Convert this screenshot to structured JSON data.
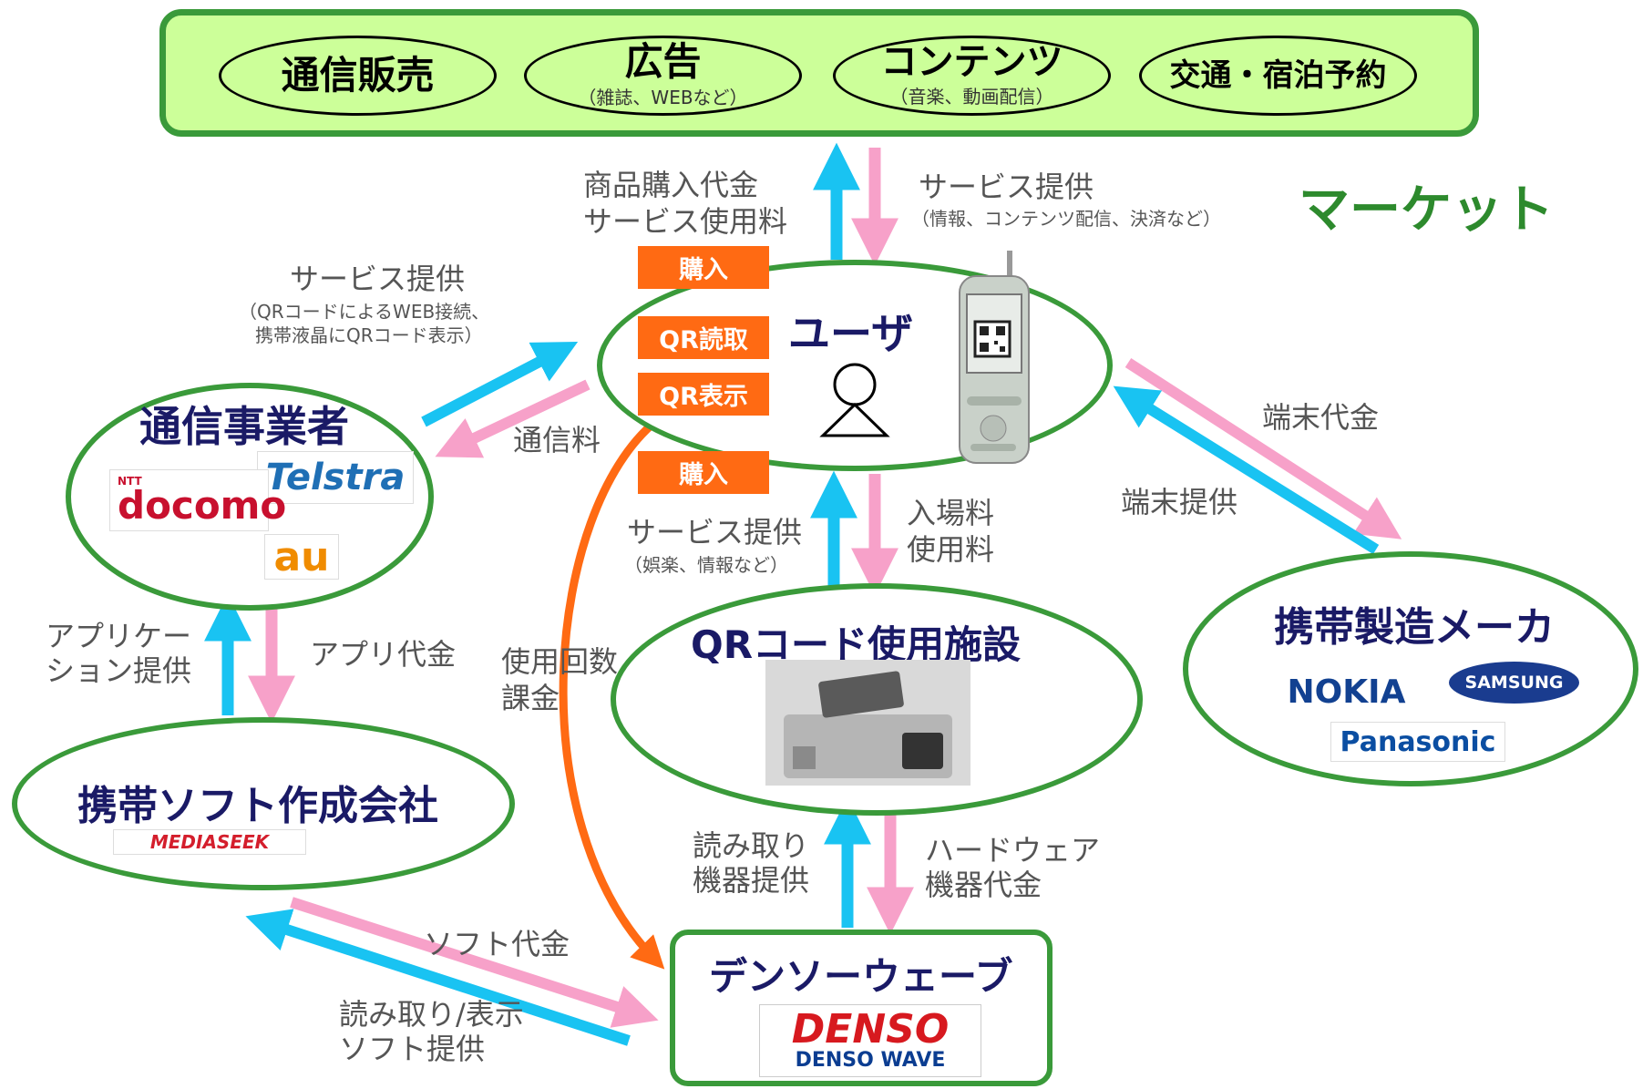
{
  "market": {
    "label": "マーケット",
    "items": [
      {
        "title": "通信販売",
        "sub": ""
      },
      {
        "title": "広告",
        "sub": "（雑誌、WEBなど）"
      },
      {
        "title": "コンテンツ",
        "sub": "（音楽、動画配信）"
      },
      {
        "title": "交通・宿泊予約",
        "sub": ""
      }
    ]
  },
  "nodes": {
    "user": "ユーザ",
    "carrier": "通信事業者",
    "soft_company": "携帯ソフト作成会社",
    "facility": "QRコード使用施設",
    "maker": "携帯製造メーカ",
    "denso": "デンソーウェーブ"
  },
  "badges": {
    "purchase_top": "購入",
    "qr_read": "QR読取",
    "qr_show": "QR表示",
    "purchase_bottom": "購入"
  },
  "flows": {
    "market_pay_1": "商品購入代金",
    "market_pay_2": "サービス使用料",
    "market_service": "サービス提供",
    "market_service_sub": "（情報、コンテンツ配信、決済など）",
    "carrier_service": "サービス提供",
    "carrier_service_sub_1": "（QRコードによるWEB接続、",
    "carrier_service_sub_2": "携帯液晶にQRコード表示）",
    "comm_fee": "通信料",
    "terminal_price": "端末代金",
    "terminal_provide": "端末提供",
    "facility_service": "サービス提供",
    "facility_service_sub": "（娯楽、情報など）",
    "entry_fee_1": "入場料",
    "entry_fee_2": "使用料",
    "app_provide_1": "アプリケー",
    "app_provide_2": "ション提供",
    "app_price": "アプリ代金",
    "usage_billing_1": "使用回数",
    "usage_billing_2": "課金",
    "reader_provide_1": "読み取り",
    "reader_provide_2": "機器提供",
    "hardware_price_1": "ハードウェア",
    "hardware_price_2": "機器代金",
    "soft_price": "ソフト代金",
    "soft_provide_1": "読み取り/表示",
    "soft_provide_2": "ソフト提供"
  },
  "logos": {
    "telstra": "Telstra",
    "docomo_small": "NTT",
    "docomo": "docomo",
    "au": "au",
    "mediaseek": "MEDIASEEK",
    "nokia": "NOKIA",
    "samsung": "SAMSUNG",
    "panasonic": "Panasonic",
    "denso": "DENSO",
    "denso_wave": "DENSO WAVE"
  },
  "colors": {
    "green_border": "#3a9a3a",
    "market_fill": "#ccff99",
    "cyan_arrow": "#19c3f2",
    "pink_arrow": "#f7a1c9",
    "orange": "#ff6a13",
    "navy_text": "#1a1a66"
  }
}
